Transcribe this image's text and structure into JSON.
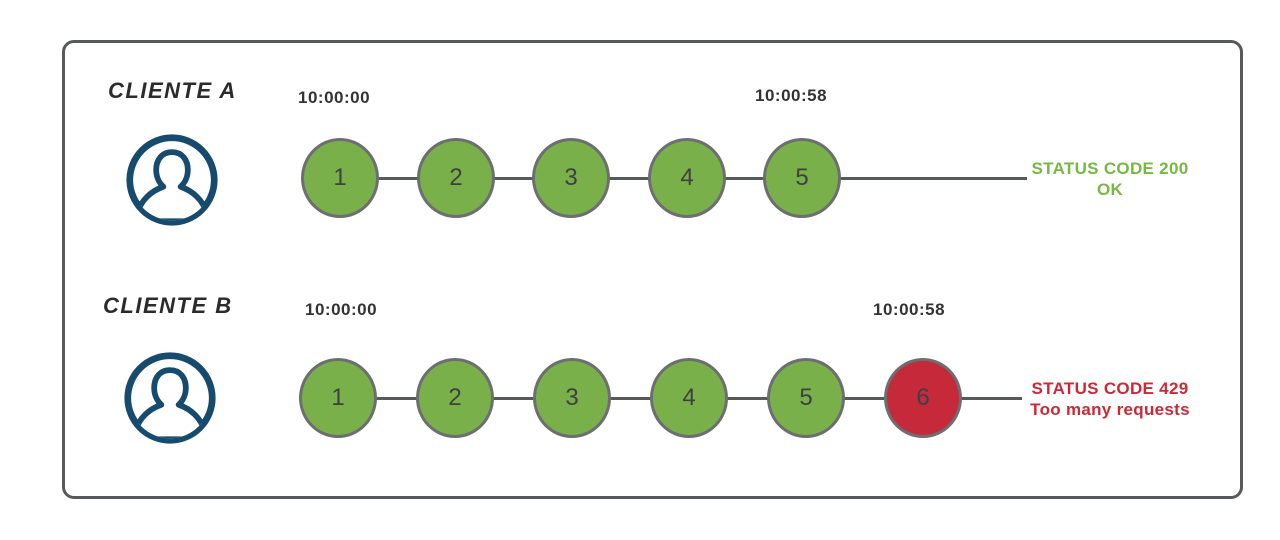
{
  "diagram": {
    "avatar_icon": "user-circle",
    "clients": [
      {
        "name": "CLIENTE A",
        "start_time": "10:00:00",
        "end_time": "10:00:58",
        "requests": [
          {
            "label": "1",
            "status": "ok"
          },
          {
            "label": "2",
            "status": "ok"
          },
          {
            "label": "3",
            "status": "ok"
          },
          {
            "label": "4",
            "status": "ok"
          },
          {
            "label": "5",
            "status": "ok"
          }
        ],
        "status": {
          "line1": "STATUS CODE 200",
          "line2": "OK",
          "color": "#76b843"
        }
      },
      {
        "name": "CLIENTE B",
        "start_time": "10:00:00",
        "end_time": "10:00:58",
        "requests": [
          {
            "label": "1",
            "status": "ok"
          },
          {
            "label": "2",
            "status": "ok"
          },
          {
            "label": "3",
            "status": "ok"
          },
          {
            "label": "4",
            "status": "ok"
          },
          {
            "label": "5",
            "status": "ok"
          },
          {
            "label": "6",
            "status": "limited"
          }
        ],
        "status": {
          "line1": "STATUS CODE 429",
          "line2": "Too many requests",
          "color": "#cc2936"
        }
      }
    ],
    "colors": {
      "ok": "#7ab04a",
      "limited": "#c5293a",
      "circle_border": "#6d6e71",
      "line": "#58595b",
      "avatar": "#174b6e",
      "timestamp_text": "#333333",
      "label_text": "#2b2b2b"
    }
  }
}
